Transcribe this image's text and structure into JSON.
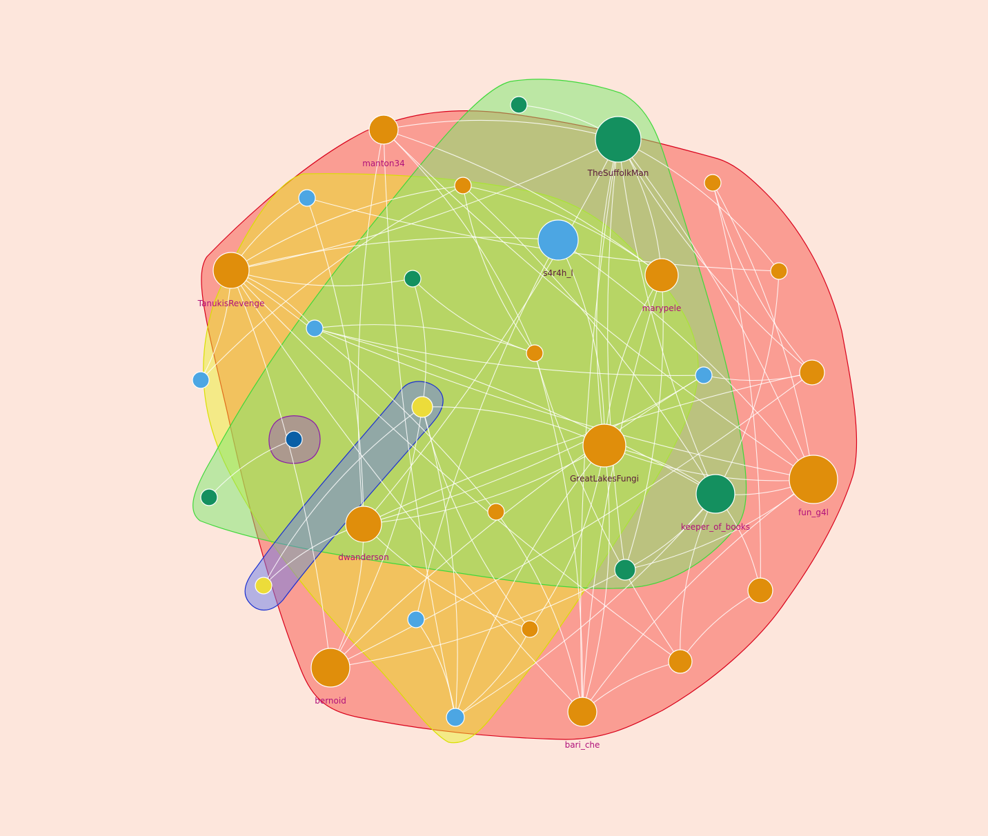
{
  "colors": {
    "background": "#fde6dc",
    "label_color": "#b0107a",
    "label_color_dark": "#5a1a3a",
    "orange": "#e08e0b",
    "blue": "#4ca6e3",
    "teal": "#14905f",
    "yellow": "#ecdc3a",
    "darkblue": "#0a5fa6"
  },
  "groups": [
    {
      "id": "red",
      "fill": "#f7443a",
      "stroke": "#d8001a",
      "opacity": 0.45
    },
    {
      "id": "yellow",
      "fill": "#e8f020",
      "stroke": "#d9e000",
      "opacity": 0.45
    },
    {
      "id": "green",
      "fill": "#7ce86c",
      "stroke": "#3fd83a",
      "opacity": 0.5
    },
    {
      "id": "blue",
      "fill": "#6c7ce8",
      "stroke": "#1a2fd0",
      "opacity": 0.5
    },
    {
      "id": "purple",
      "fill": "#a050c0",
      "stroke": "#8a1aa8",
      "opacity": 0.45
    }
  ],
  "nodes": [
    {
      "id": "TheSuffolkMan",
      "label": "TheSuffolkMan",
      "color": "teal",
      "size": "xl"
    },
    {
      "id": "manton34",
      "label": "manton34",
      "color": "orange",
      "size": "m"
    },
    {
      "id": "TanukisRevenge",
      "label": "TanukisRevenge",
      "color": "orange",
      "size": "l"
    },
    {
      "id": "s4r4h_l",
      "label": "s4r4h_l",
      "color": "blue",
      "size": "l"
    },
    {
      "id": "marypele",
      "label": "marypele",
      "color": "orange",
      "size": "m"
    },
    {
      "id": "GreatLakesFungi",
      "label": "GreatLakesFungi",
      "color": "orange",
      "size": "xl"
    },
    {
      "id": "fun_g4l",
      "label": "fun_g4l",
      "color": "orange",
      "size": "xl"
    },
    {
      "id": "keeper_of_books",
      "label": "keeper_of_books",
      "color": "teal",
      "size": "l"
    },
    {
      "id": "dwanderson",
      "label": "dwanderson",
      "color": "orange",
      "size": "l"
    },
    {
      "id": "bernoid",
      "label": "bernoid",
      "color": "orange",
      "size": "l"
    },
    {
      "id": "bari_che",
      "label": "bari_che",
      "color": "orange",
      "size": "m"
    },
    {
      "id": "n_teal_top",
      "label": "",
      "color": "teal",
      "size": "s"
    },
    {
      "id": "n_orange_top",
      "label": "",
      "color": "orange",
      "size": "s"
    },
    {
      "id": "n_orange_tr",
      "label": "",
      "color": "orange",
      "size": "xs"
    },
    {
      "id": "n_blue_tl",
      "label": "",
      "color": "blue",
      "size": "s"
    },
    {
      "id": "n_teal_mid",
      "label": "",
      "color": "teal",
      "size": "xs"
    },
    {
      "id": "n_orange_r1",
      "label": "",
      "color": "orange",
      "size": "s"
    },
    {
      "id": "n_blue_left2",
      "label": "",
      "color": "blue",
      "size": "s"
    },
    {
      "id": "n_orange_center",
      "label": "",
      "color": "orange",
      "size": "s"
    },
    {
      "id": "n_blue_far_left",
      "label": "",
      "color": "blue",
      "size": "s"
    },
    {
      "id": "n_blue_right",
      "label": "",
      "color": "blue",
      "size": "s"
    },
    {
      "id": "n_orange_r2",
      "label": "",
      "color": "orange",
      "size": "m"
    },
    {
      "id": "n_yellow_a",
      "label": "",
      "color": "yellow",
      "size": "m"
    },
    {
      "id": "n_darkblue",
      "label": "",
      "color": "darkblue",
      "size": "s"
    },
    {
      "id": "n_teal_left",
      "label": "",
      "color": "teal",
      "size": "s"
    },
    {
      "id": "n_orange_mid",
      "label": "",
      "color": "orange",
      "size": "s"
    },
    {
      "id": "n_teal_low",
      "label": "",
      "color": "teal",
      "size": "m"
    },
    {
      "id": "n_orange_low_r",
      "label": "",
      "color": "orange",
      "size": "m"
    },
    {
      "id": "n_yellow_b",
      "label": "",
      "color": "yellow",
      "size": "s"
    },
    {
      "id": "n_blue_low",
      "label": "",
      "color": "blue",
      "size": "s"
    },
    {
      "id": "n_orange_small_low",
      "label": "",
      "color": "orange",
      "size": "xs"
    },
    {
      "id": "n_orange_bottom_r",
      "label": "",
      "color": "orange",
      "size": "m"
    },
    {
      "id": "n_blue_bottom",
      "label": "",
      "color": "blue",
      "size": "s"
    }
  ],
  "edges": [
    [
      "n_teal_top",
      "TheSuffolkMan"
    ],
    [
      "TheSuffolkMan",
      "manton34"
    ],
    [
      "TheSuffolkMan",
      "marypele"
    ],
    [
      "TheSuffolkMan",
      "keeper_of_books"
    ],
    [
      "TheSuffolkMan",
      "fun_g4l"
    ],
    [
      "TheSuffolkMan",
      "GreatLakesFungi"
    ],
    [
      "TheSuffolkMan",
      "TanukisRevenge"
    ],
    [
      "TheSuffolkMan",
      "n_orange_r2"
    ],
    [
      "TheSuffolkMan",
      "n_orange_r1"
    ],
    [
      "TheSuffolkMan",
      "bari_che"
    ],
    [
      "TheSuffolkMan",
      "dwanderson"
    ],
    [
      "TheSuffolkMan",
      "n_teal_low"
    ],
    [
      "manton34",
      "n_orange_center"
    ],
    [
      "manton34",
      "dwanderson"
    ],
    [
      "manton34",
      "marypele"
    ],
    [
      "manton34",
      "fun_g4l"
    ],
    [
      "n_orange_top",
      "marypele"
    ],
    [
      "n_orange_top",
      "n_orange_center"
    ],
    [
      "n_orange_top",
      "keeper_of_books"
    ],
    [
      "n_orange_top",
      "TanukisRevenge"
    ],
    [
      "n_orange_tr",
      "fun_g4l"
    ],
    [
      "n_orange_tr",
      "n_orange_r2"
    ],
    [
      "n_orange_tr",
      "n_orange_low_r"
    ],
    [
      "n_blue_tl",
      "TanukisRevenge"
    ],
    [
      "n_blue_tl",
      "dwanderson"
    ],
    [
      "n_blue_tl",
      "n_orange_r1"
    ],
    [
      "n_teal_mid",
      "TanukisRevenge"
    ],
    [
      "n_teal_mid",
      "n_orange_center"
    ],
    [
      "n_teal_mid",
      "n_yellow_a"
    ],
    [
      "n_blue_left2",
      "fun_g4l"
    ],
    [
      "n_blue_left2",
      "n_orange_center"
    ],
    [
      "n_blue_left2",
      "TanukisRevenge"
    ],
    [
      "n_blue_left2",
      "keeper_of_books"
    ],
    [
      "TanukisRevenge",
      "n_orange_bottom_r"
    ],
    [
      "TanukisRevenge",
      "bernoid"
    ],
    [
      "s4r4h_l",
      "TanukisRevenge"
    ],
    [
      "s4r4h_l",
      "fun_g4l"
    ],
    [
      "s4r4h_l",
      "n_blue_low"
    ],
    [
      "s4r4h_l",
      "GreatLakesFungi"
    ],
    [
      "marypele",
      "GreatLakesFungi"
    ],
    [
      "marypele",
      "n_teal_low"
    ],
    [
      "marypele",
      "bari_che"
    ],
    [
      "GreatLakesFungi",
      "dwanderson"
    ],
    [
      "GreatLakesFungi",
      "fun_g4l"
    ],
    [
      "GreatLakesFungi",
      "keeper_of_books"
    ],
    [
      "GreatLakesFungi",
      "n_yellow_a"
    ],
    [
      "GreatLakesFungi",
      "n_orange_small_low"
    ],
    [
      "keeper_of_books",
      "fun_g4l"
    ],
    [
      "keeper_of_books",
      "n_orange_low_r"
    ],
    [
      "keeper_of_books",
      "n_orange_bottom_r"
    ],
    [
      "keeper_of_books",
      "n_teal_low"
    ],
    [
      "dwanderson",
      "n_yellow_b"
    ],
    [
      "dwanderson",
      "bernoid"
    ],
    [
      "dwanderson",
      "n_blue_right"
    ],
    [
      "dwanderson",
      "n_orange_r2"
    ],
    [
      "dwanderson",
      "n_orange_small_low"
    ],
    [
      "n_yellow_a",
      "bernoid"
    ],
    [
      "n_yellow_a",
      "n_orange_small_low"
    ],
    [
      "n_yellow_a",
      "n_blue_bottom"
    ],
    [
      "n_yellow_a",
      "n_yellow_b"
    ],
    [
      "bari_che",
      "fun_g4l"
    ],
    [
      "bari_che",
      "GreatLakesFungi"
    ],
    [
      "bari_che",
      "n_orange_bottom_r"
    ],
    [
      "bari_che",
      "n_orange_center"
    ],
    [
      "bari_che",
      "TanukisRevenge"
    ],
    [
      "n_blue_bottom",
      "n_blue_low"
    ],
    [
      "n_blue_bottom",
      "GreatLakesFungi"
    ],
    [
      "n_blue_bottom",
      "keeper_of_books"
    ],
    [
      "n_blue_bottom",
      "manton34"
    ],
    [
      "n_blue_right",
      "n_orange_r2"
    ],
    [
      "n_blue_right",
      "n_blue_left2"
    ],
    [
      "n_blue_right",
      "bernoid"
    ],
    [
      "n_teal_low",
      "bernoid"
    ],
    [
      "n_teal_low",
      "fun_g4l"
    ],
    [
      "n_orange_mid",
      "bari_che"
    ],
    [
      "n_orange_mid",
      "TanukisRevenge"
    ],
    [
      "n_teal_left",
      "n_darkblue"
    ],
    [
      "n_blue_far_left",
      "TanukisRevenge"
    ],
    [
      "n_blue_far_left",
      "n_orange_top"
    ],
    [
      "bernoid",
      "n_orange_r2"
    ],
    [
      "n_orange_r1",
      "keeper_of_books"
    ],
    [
      "n_orange_low_r",
      "n_orange_bottom_r"
    ],
    [
      "n_orange_small_low",
      "n_blue_bottom"
    ],
    [
      "n_orange_center",
      "n_orange_bottom_r"
    ]
  ]
}
